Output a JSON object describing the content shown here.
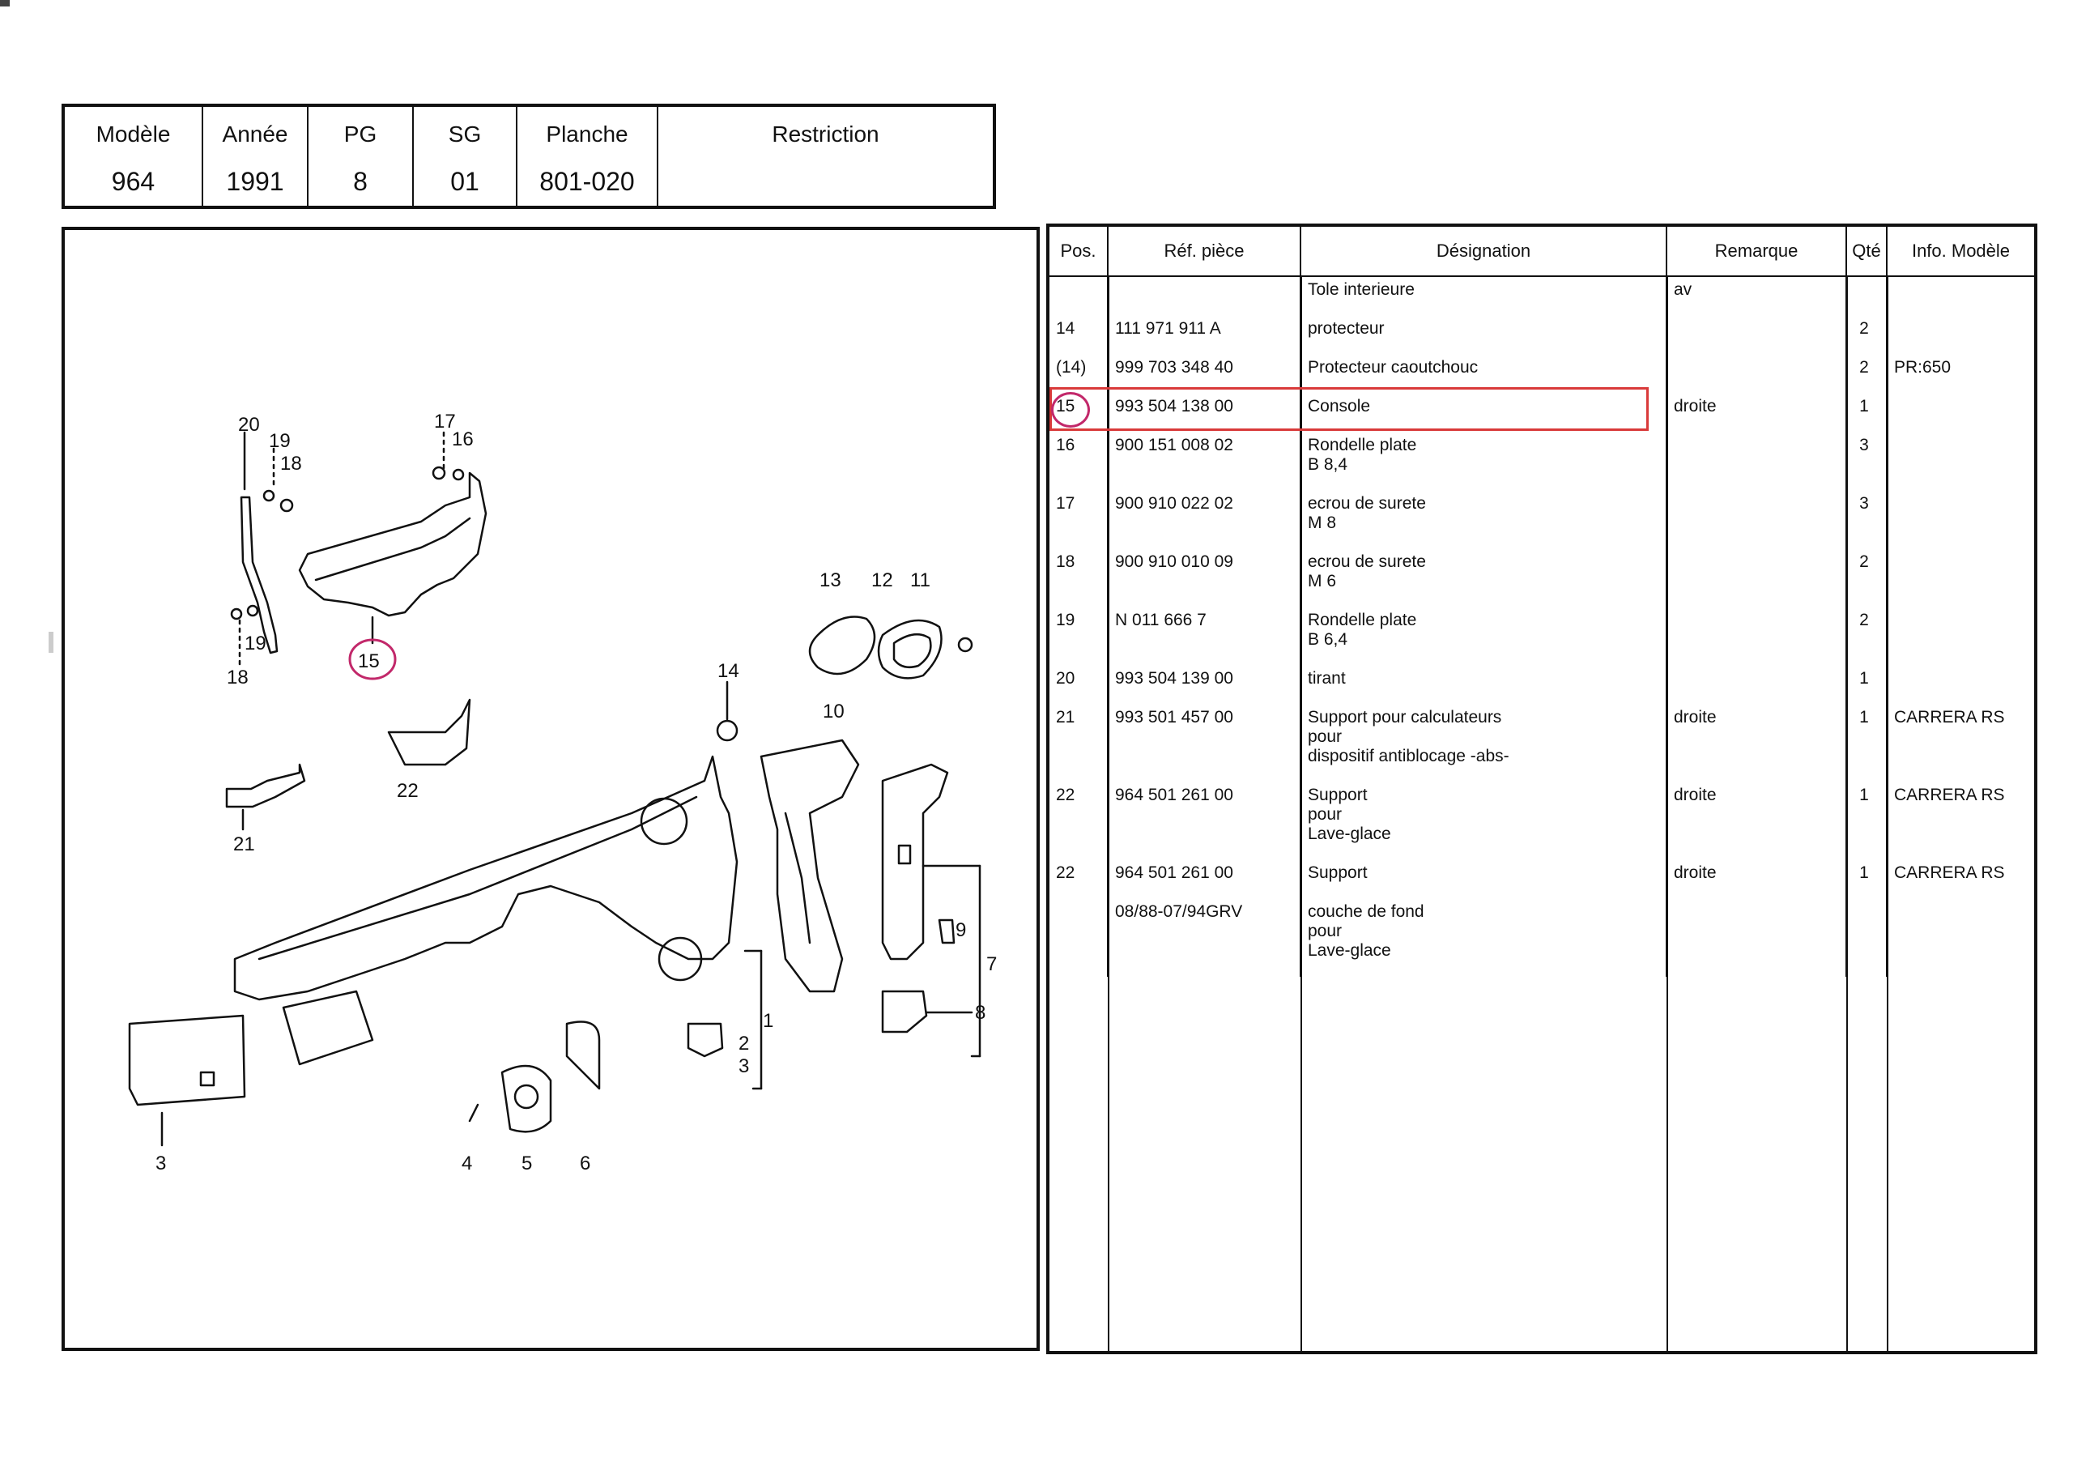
{
  "header": {
    "modele_label": "Modèle",
    "modele": "964",
    "annee_label": "Année",
    "annee": "1991",
    "pg_label": "PG",
    "pg": "8",
    "sg_label": "SG",
    "sg": "01",
    "planche_label": "Planche",
    "planche": "801-020",
    "restriction_label": "Restriction",
    "restriction": ""
  },
  "parts": {
    "columns": [
      "Pos.",
      "Réf. pièce",
      "Désignation",
      "Remarque",
      "Qté",
      "Info. Modèle"
    ],
    "rows": [
      {
        "pos": "",
        "ref": "",
        "des": "Tole interieure",
        "rem": "av",
        "qty": "",
        "info": ""
      },
      {
        "pos": "14",
        "ref": "111 971 911 A",
        "des": "protecteur",
        "rem": "",
        "qty": "2",
        "info": ""
      },
      {
        "pos": "(14)",
        "ref": "999 703 348 40",
        "des": "Protecteur caoutchouc",
        "rem": "",
        "qty": "2",
        "info": "PR:650"
      },
      {
        "pos": "15",
        "ref": "993 504 138 00",
        "des": "Console",
        "rem": "droite",
        "qty": "1",
        "info": ""
      },
      {
        "pos": "16",
        "ref": "900 151 008 02",
        "des": "Rondelle plate",
        "des2": "B 8,4",
        "rem": "",
        "qty": "3",
        "info": ""
      },
      {
        "pos": "17",
        "ref": "900 910 022 02",
        "des": "ecrou de surete",
        "des2": "M 8",
        "rem": "",
        "qty": "3",
        "info": ""
      },
      {
        "pos": "18",
        "ref": "900 910 010 09",
        "des": "ecrou de surete",
        "des2": "M 6",
        "rem": "",
        "qty": "2",
        "info": ""
      },
      {
        "pos": "19",
        "ref": "N  011 666 7",
        "des": "Rondelle plate",
        "des2": "B 6,4",
        "rem": "",
        "qty": "2",
        "info": ""
      },
      {
        "pos": "20",
        "ref": "993 504 139 00",
        "des": "tirant",
        "rem": "",
        "qty": "1",
        "info": ""
      },
      {
        "pos": "21",
        "ref": "993 501 457 00",
        "des": "Support pour calculateurs",
        "des2": "pour",
        "des3": "dispositif antiblocage  -abs-",
        "rem": "droite",
        "qty": "1",
        "info": "CARRERA RS"
      },
      {
        "pos": "22",
        "ref": "964 501 261 00",
        "des": "Support",
        "des2": "pour",
        "des3": "Lave-glace",
        "rem": "droite",
        "qty": "1",
        "info": "CARRERA RS"
      },
      {
        "pos": "22",
        "ref": "964 501 261 00",
        "des": "Support",
        "rem": "droite",
        "qty": "1",
        "info": "CARRERA RS"
      },
      {
        "pos": "",
        "ref": "08/88-07/94GRV",
        "des": "couche de fond",
        "des2": "pour",
        "des3": "Lave-glace",
        "rem": "",
        "qty": "",
        "info": ""
      }
    ]
  },
  "diagram": {
    "callouts": [
      "20",
      "19",
      "18",
      "17",
      "16",
      "15",
      "19",
      "18",
      "13",
      "12",
      "11",
      "14",
      "10",
      "22",
      "21",
      "9",
      "7",
      "8",
      "1",
      "2",
      "3",
      "3",
      "4",
      "5",
      "6"
    ]
  },
  "colors": {
    "highlight": "#d93a3a",
    "circle": "#c2286a",
    "ink": "#111111"
  }
}
